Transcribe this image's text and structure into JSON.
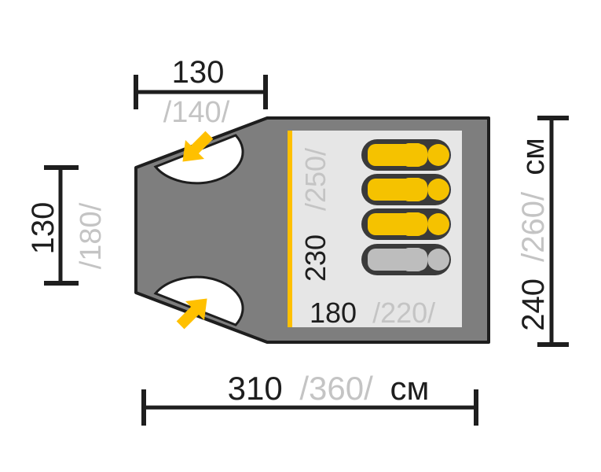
{
  "colors": {
    "dimension_line": "#1e1e1e",
    "primary_text": "#1e1e1e",
    "secondary_text": "#c4c4c4",
    "tent_body": "#7e7e7e",
    "tent_outline": "#1e1e1e",
    "inner_tent": "#e6e6e6",
    "accent_yellow": "#ffc000",
    "sleeper_yellow": "#f5c200",
    "sleeper_outline": "#3a3a3a",
    "sleeper_grey": "#bdbdbd",
    "entrance_fill": "#ffffff"
  },
  "dimensions": {
    "vestibule_width": {
      "value": "130",
      "alt": "/140/"
    },
    "vestibule_depth": {
      "value": "130",
      "alt": "/180/"
    },
    "total_length": {
      "value": "310",
      "alt": "/360/",
      "unit": "см"
    },
    "total_width": {
      "value": "240",
      "alt": "/260/",
      "unit": "см"
    },
    "inner_length": {
      "value": "230",
      "alt": "/250/"
    },
    "inner_width": {
      "value": "180",
      "alt": "/220/"
    }
  },
  "sleepers": [
    {
      "color": "yellow"
    },
    {
      "color": "yellow"
    },
    {
      "color": "yellow"
    },
    {
      "color": "grey"
    }
  ],
  "icons": [
    "entrance-arrow-icon",
    "entrance-arrow-icon",
    "sleeping-bag-icon"
  ]
}
